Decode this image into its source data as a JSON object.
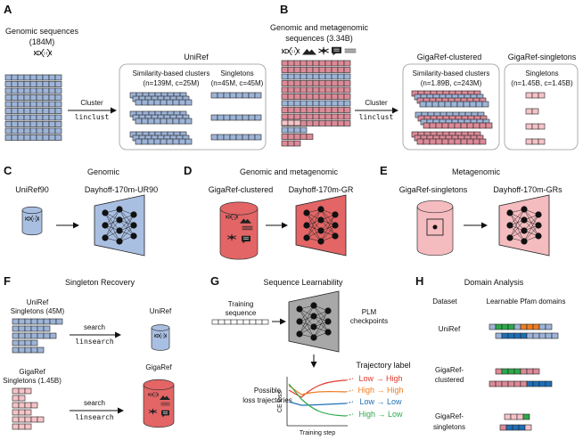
{
  "colors": {
    "blue": "#9db4d8",
    "pink": "#dc8a98",
    "light_pink": "#f5c3c8",
    "red": "#e05a5c",
    "green": "#2ea84a",
    "orange": "#ee7d22",
    "dark_blue": "#1f6fb5",
    "trap_blue": "#a9bfe2",
    "trap_red": "#e36565",
    "trap_pink": "#f5bcc0"
  },
  "panelA": {
    "label": "A",
    "genomic_seq": "Genomic sequences",
    "genomic_count": "(184M)",
    "cluster": "Cluster",
    "linclust": "linclust",
    "uniref": "UniRef",
    "clusters_title": "Similarity-based clusters",
    "clusters_counts": "(n=139M, c=25M)",
    "singletons": "Singletons",
    "singletons_counts": "(n=45M, c=45M)"
  },
  "panelB": {
    "label": "B",
    "title1": "Genomic and metagenomic",
    "title2": "sequences (3.34B)",
    "cluster": "Cluster",
    "linclust": "linclust",
    "clustered": "GigaRef-clustered",
    "clusters_title": "Similarity-based clusters",
    "clusters_counts": "(n=1.89B, c=243M)",
    "singletons_title": "GigaRef-singletons",
    "singletons": "Singletons",
    "singletons_counts": "(n=1.45B, c=1.45B)"
  },
  "panelC": {
    "label": "C",
    "title": "Genomic",
    "db": "UniRef90",
    "model": "Dayhoff-170m-UR90"
  },
  "panelD": {
    "label": "D",
    "title": "Genomic and metagenomic",
    "db": "GigaRef-clustered",
    "model": "Dayhoff-170m-GR"
  },
  "panelE": {
    "label": "E",
    "title": "Metagenomic",
    "db": "GigaRef-singletons",
    "model": "Dayhoff-170m-GRs"
  },
  "panelF": {
    "label": "F",
    "title": "Singleton Recovery",
    "u1": "UniRef",
    "u2": "Singletons (45M)",
    "search": "search",
    "linsearch": "linsearch",
    "uniref": "UniRef",
    "g1": "GigaRef",
    "g2": "Singletons (1.45B)",
    "search2": "search",
    "linsearch2": "linsearch",
    "gigaref": "GigaRef"
  },
  "panelG": {
    "label": "G",
    "title": "Sequence Learnability",
    "training1": "Training",
    "training2": "sequence",
    "plm1": "PLM",
    "plm2": "checkpoints",
    "possible1": "Possible",
    "possible2": "loss trajectories",
    "traj_label": "Trajectory label",
    "ylabel": "CE loss",
    "xlabel": "Training step",
    "trajectories": [
      {
        "label": "Low → High",
        "color": "#e03a2c"
      },
      {
        "label": "High → High",
        "color": "#ee7d22"
      },
      {
        "label": "Low → Low",
        "color": "#1f6fb5"
      },
      {
        "label": "High → Low",
        "color": "#2ea84a"
      }
    ]
  },
  "panelH": {
    "label": "H",
    "title": "Domain Analysis",
    "dataset": "Dataset",
    "learnable": "Learnable Pfam domains",
    "uniref": "UniRef",
    "g1a": "GigaRef-",
    "g1b": "clustered",
    "g2a": "GigaRef-",
    "g2b": "singletons"
  }
}
